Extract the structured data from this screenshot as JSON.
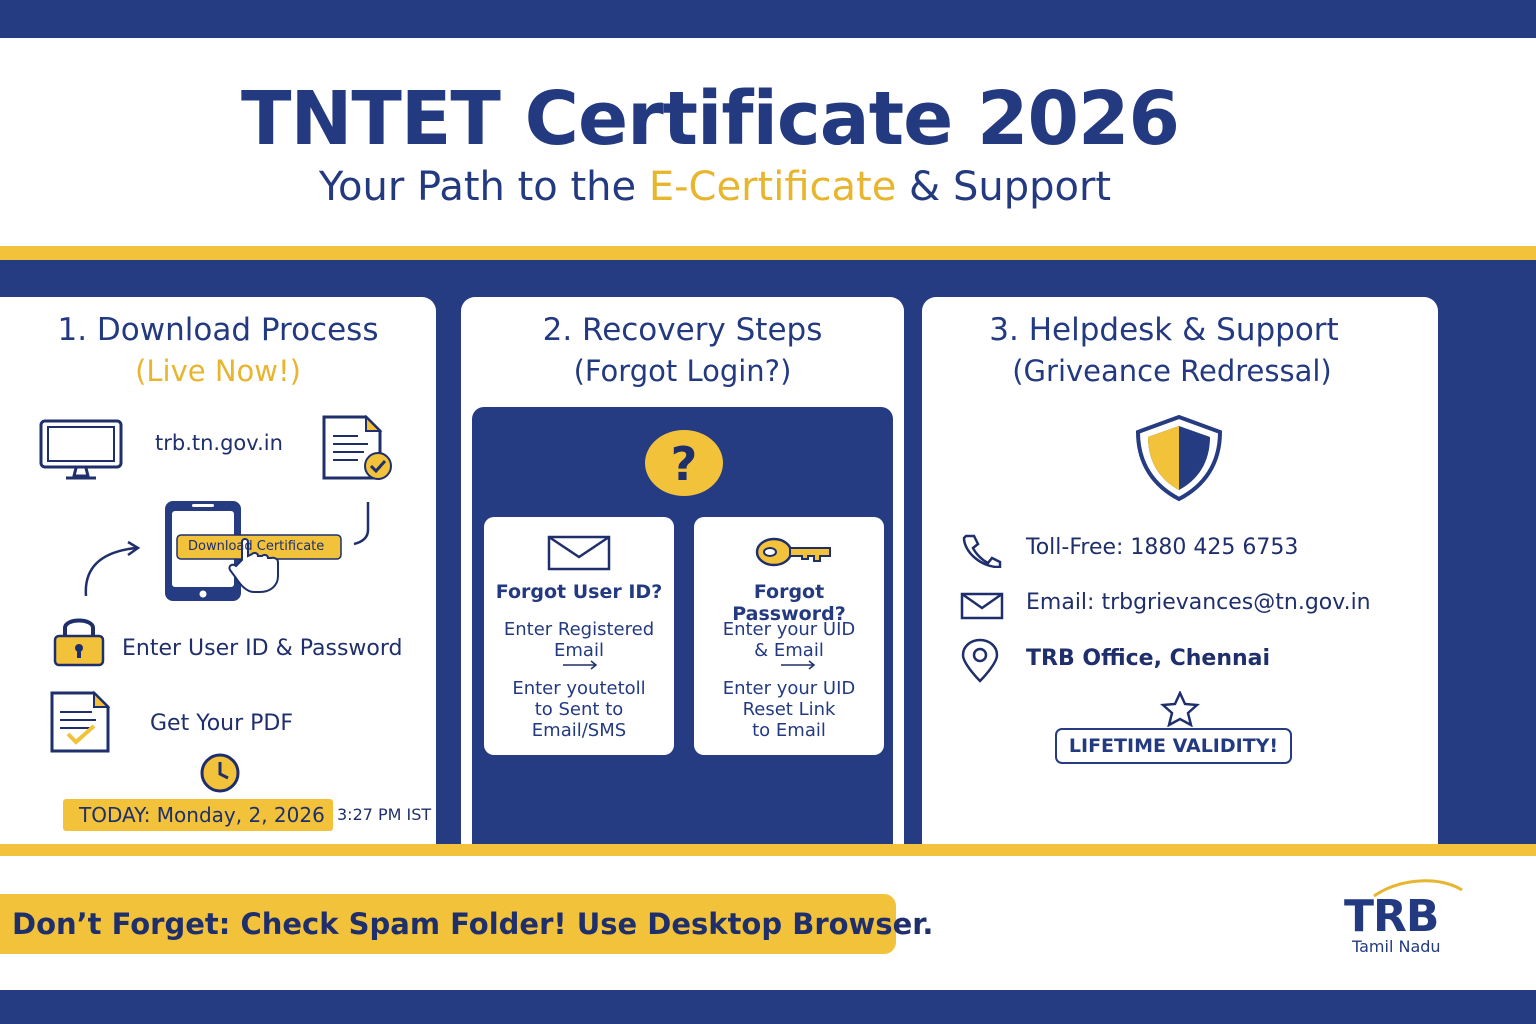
{
  "header": {
    "title": "TNTET Certificate 2026",
    "subtitle_before": "Your Path to the ",
    "subtitle_highlight": "E-Certificate",
    "subtitle_after": " & Support"
  },
  "card_download": {
    "title": "1. Download Process",
    "subtitle": "(Live Now!)",
    "site": "trb.tn.gov.in",
    "button_label": "Download Certificate",
    "step_login": "Enter User ID & Password",
    "step_pdf": "Get Your PDF",
    "today": "TODAY: Monday, 2, 2026",
    "time": "3:27 PM IST"
  },
  "card_recovery": {
    "title": "2. Recovery Steps",
    "subtitle": "(Forgot Login?)",
    "forgot_user": {
      "title": "Forgot User ID?",
      "line1": "Enter Registered",
      "line2": "Email",
      "line3": "Enter youtetoll",
      "line4": "to Sent to",
      "line5": "Email/SMS"
    },
    "forgot_password": {
      "title": "Forgot Password?",
      "line1": "Enter your UID",
      "line2": "& Email",
      "line3": "Enter your UID",
      "line4": "Reset Link",
      "line5": "to Email"
    }
  },
  "card_helpdesk": {
    "title": "3. Helpdesk & Support",
    "subtitle": "(Griveance Redressal)",
    "phone": "Toll-Free: 1880 425 6753",
    "email": "Email: trbgrievances@tn.gov.in",
    "office": "TRB Office, Chennai",
    "badge": "LIFETIME VALIDITY!"
  },
  "footer": {
    "reminder": "Don’t Forget: Check Spam Folder! Use Desktop Browser.",
    "logo_text": "TRB",
    "logo_sub": "Tamil Nadu"
  },
  "colors": {
    "navy": "#253b82",
    "gold": "#f2c23b",
    "text": "#233a80"
  },
  "icons": [
    "monitor-icon",
    "document-check-icon",
    "phone-tap-icon",
    "lock-icon",
    "pdf-document-icon",
    "clock-icon",
    "question-icon",
    "envelope-icon",
    "key-icon",
    "shield-icon",
    "phone-icon",
    "mail-icon",
    "location-pin-icon",
    "star-icon"
  ]
}
